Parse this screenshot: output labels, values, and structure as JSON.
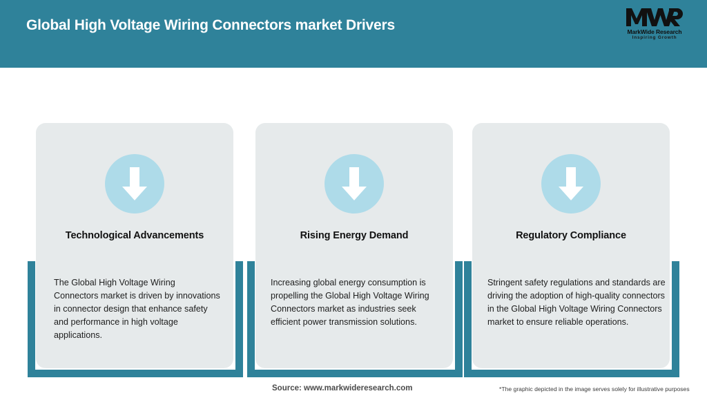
{
  "header": {
    "title": "Global High Voltage Wiring Connectors market Drivers",
    "background_color": "#2f829a",
    "title_color": "#ffffff"
  },
  "logo": {
    "mark": "MWR",
    "name": "MarkWide Research",
    "tagline": "Inspiring Growth"
  },
  "cards": [
    {
      "icon": "down-arrow-icon",
      "title": "Technological Advancements",
      "body": "The Global High Voltage Wiring Connectors market is driven by innovations in connector design that enhance safety and performance in high voltage applications."
    },
    {
      "icon": "down-arrow-icon",
      "title": "Rising Energy Demand",
      "body": "Increasing global energy consumption is propelling the Global High Voltage Wiring Connectors market as industries seek efficient power transmission solutions."
    },
    {
      "icon": "down-arrow-icon",
      "title": "Regulatory Compliance",
      "body": "Stringent safety regulations and standards are driving the adoption of high-quality connectors in the Global High Voltage Wiring Connectors market to ensure reliable operations."
    }
  ],
  "footer": {
    "source": "Source: www.markwideresearch.com",
    "disclaimer": "*The graphic depicted in the image serves solely for illustrative purposes"
  },
  "colors": {
    "teal": "#2f829a",
    "icon_circle": "#aedbe9",
    "card_background": "#e6eaeb",
    "page_background": "#ffffff"
  }
}
